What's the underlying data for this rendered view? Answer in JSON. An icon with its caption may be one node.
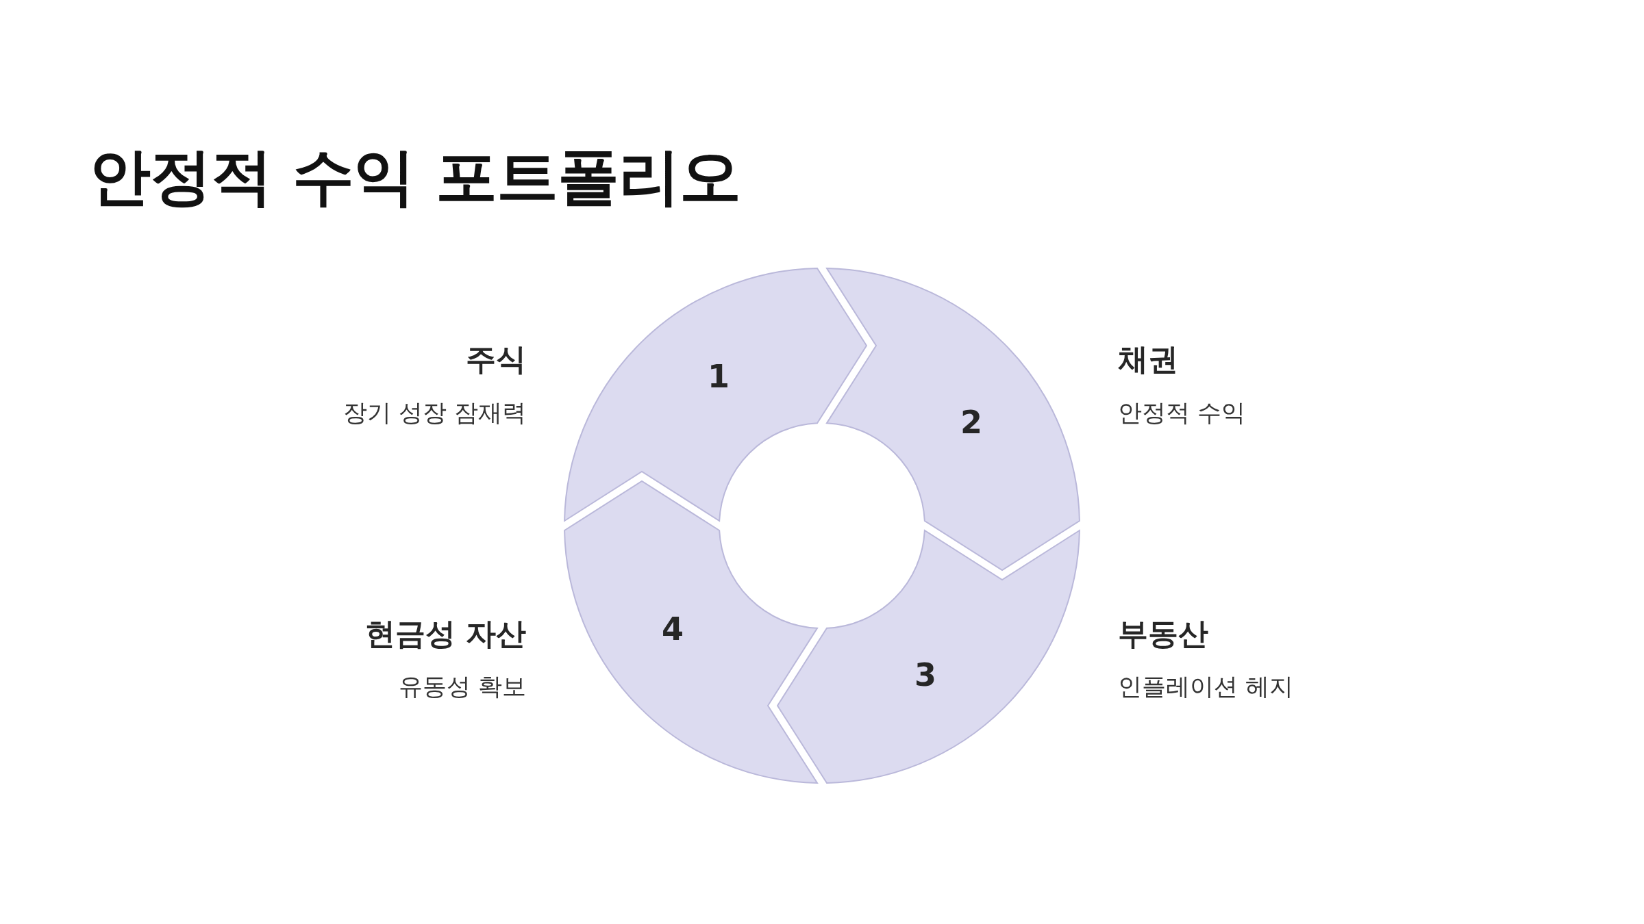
{
  "diagram": {
    "title": "안정적 수익 포트폴리오",
    "nodes": [
      {
        "text": [
          "1"
        ],
        "beside": [
          "주식",
          "장기 성장 잠재력"
        ]
      },
      {
        "text": [
          "2"
        ],
        "beside": [
          "채권",
          "안정적 수익"
        ]
      },
      {
        "text": [
          "3"
        ],
        "beside": [
          "부동산",
          "인플레이션 헤지"
        ]
      },
      {
        "text": [
          "4"
        ],
        "beside": [
          "현금성 자산",
          "유동성 확보"
        ]
      }
    ]
  }
}
